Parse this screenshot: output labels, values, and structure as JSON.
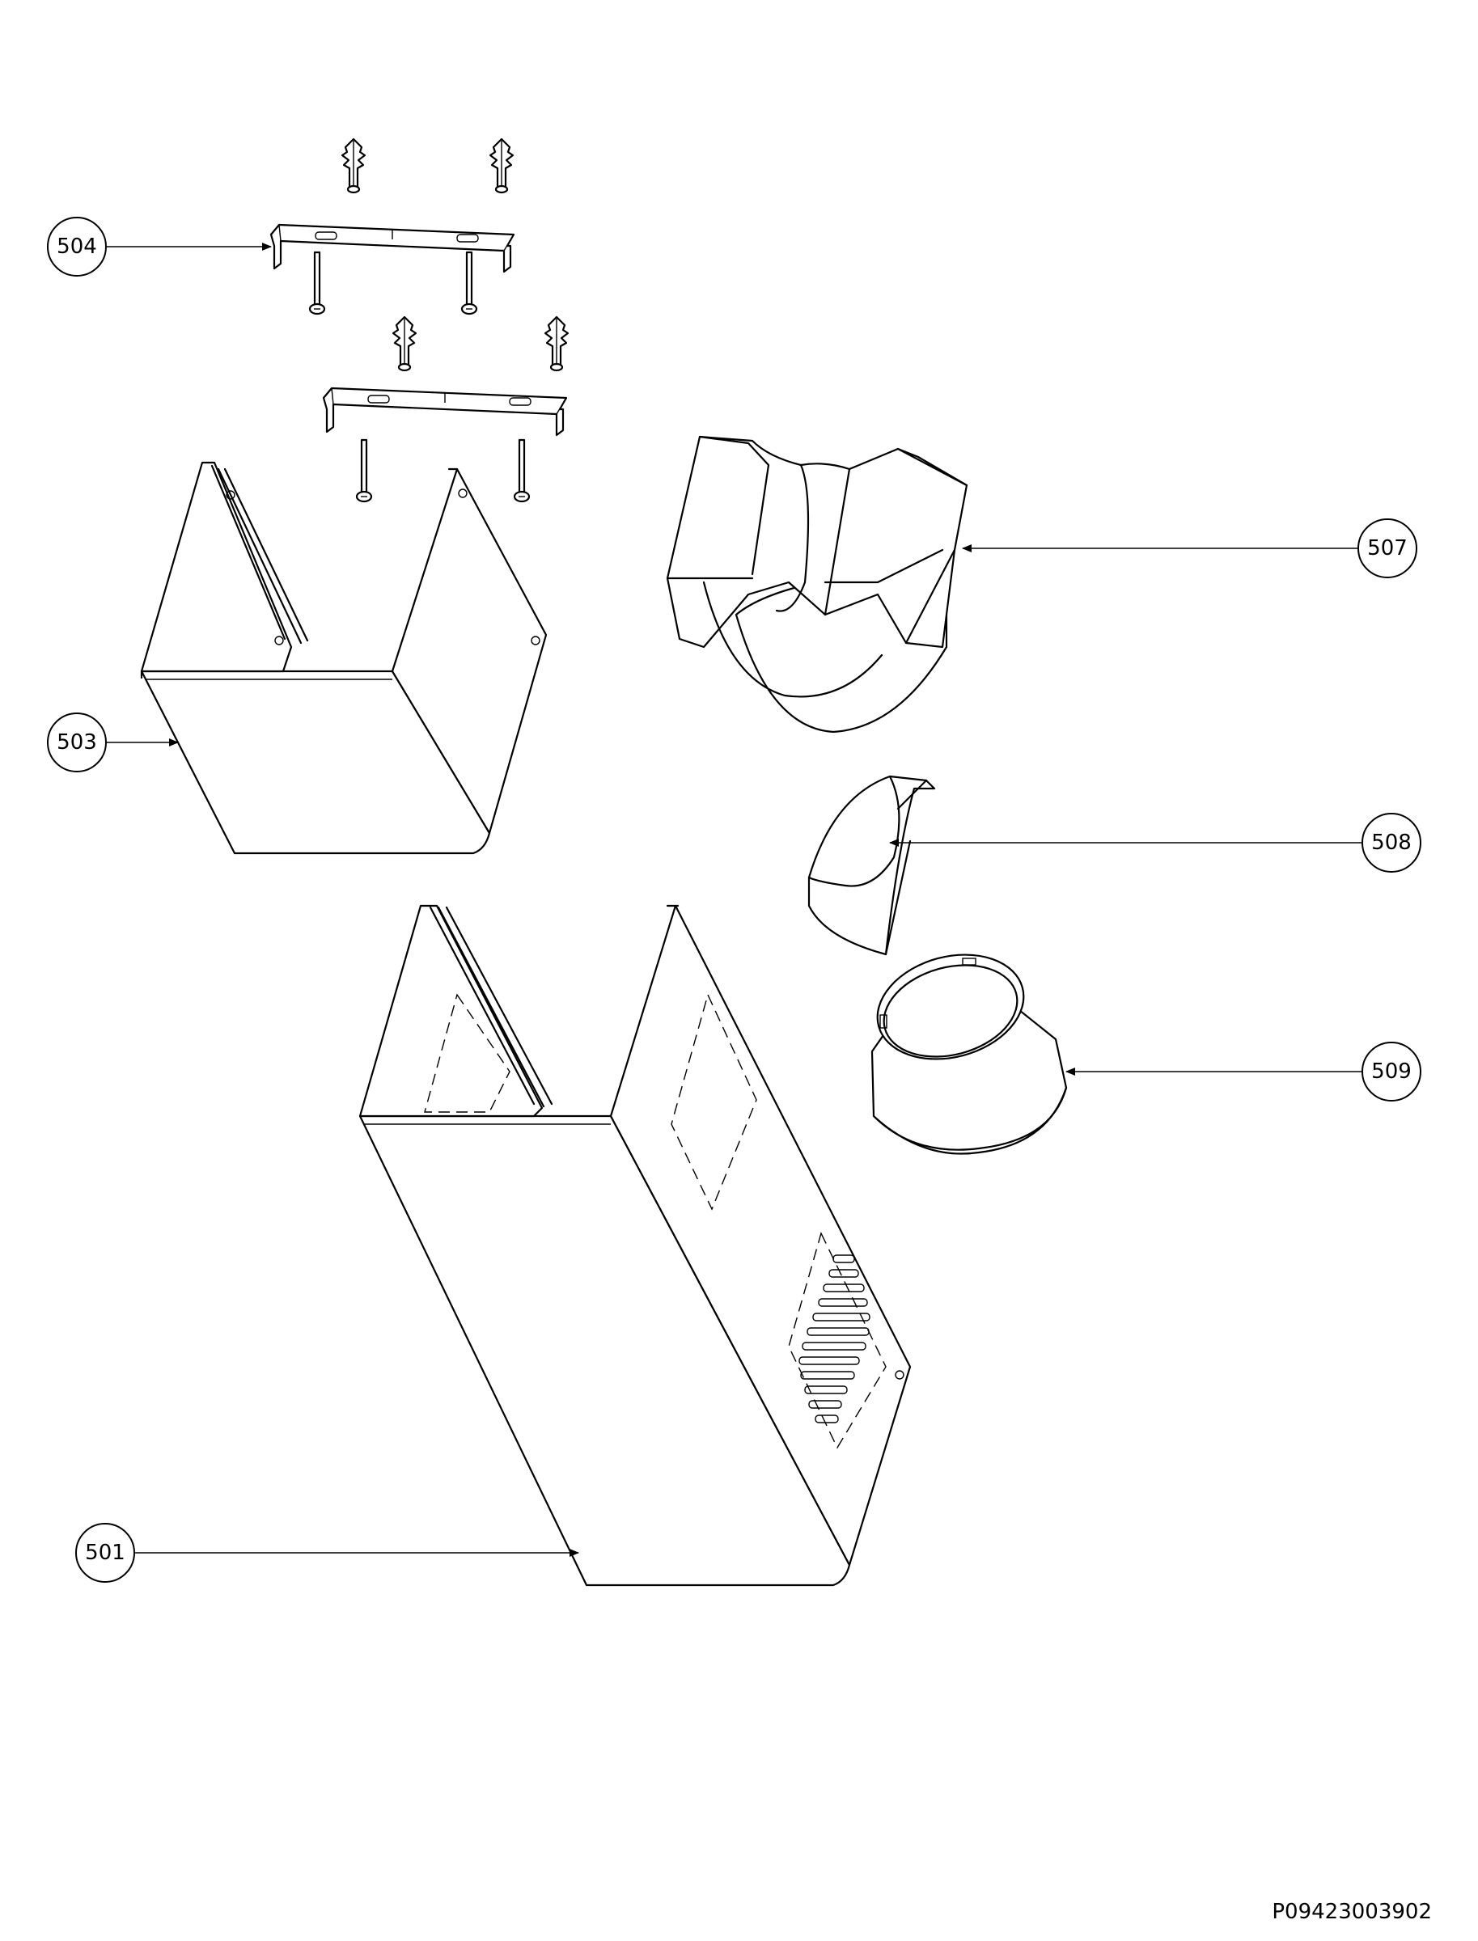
{
  "drawing_code": "P09423003902",
  "callouts": [
    {
      "id": "504",
      "label": "504"
    },
    {
      "id": "503",
      "label": "503"
    },
    {
      "id": "507",
      "label": "507"
    },
    {
      "id": "508",
      "label": "508"
    },
    {
      "id": "509",
      "label": "509"
    },
    {
      "id": "501",
      "label": "501"
    }
  ]
}
